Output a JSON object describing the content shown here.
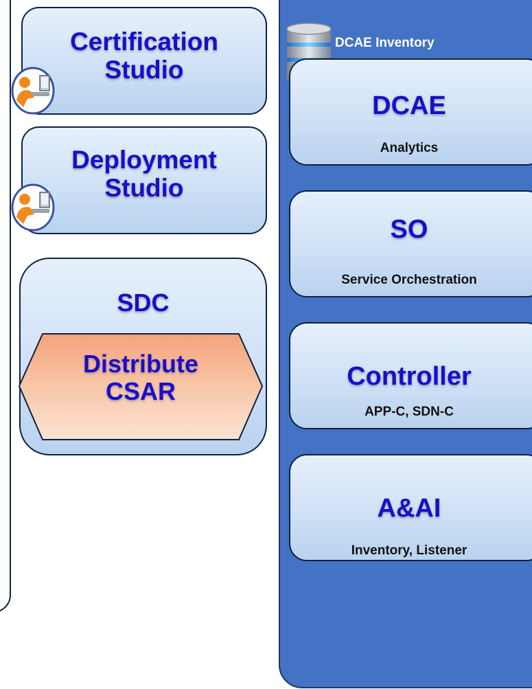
{
  "left": {
    "certification": {
      "title_line1": "Certification",
      "title_line2": "Studio",
      "icon": "person-at-computer-icon"
    },
    "deployment": {
      "title_line1": "Deployment",
      "title_line2": "Studio",
      "icon": "person-at-computer-icon"
    },
    "sdc": {
      "title": "SDC",
      "action_line1": "Distribute",
      "action_line2": "CSAR"
    }
  },
  "right": {
    "inventory_label": "DCAE Inventory",
    "inventory_icon": "database-icon",
    "boxes": [
      {
        "title": "DCAE",
        "subtitle": "Analytics"
      },
      {
        "title": "SO",
        "subtitle": "Service Orchestration"
      },
      {
        "title": "Controller",
        "subtitle": "APP-C, SDN-C"
      },
      {
        "title": "A&AI",
        "subtitle": "Inventory, Listener"
      }
    ]
  },
  "colors": {
    "panel": "#4472c4",
    "box_fill": "#cfe1f6",
    "title_text": "#1a0ecc",
    "hexagon_fill": "#f4b08a",
    "border": "#0d2240"
  }
}
